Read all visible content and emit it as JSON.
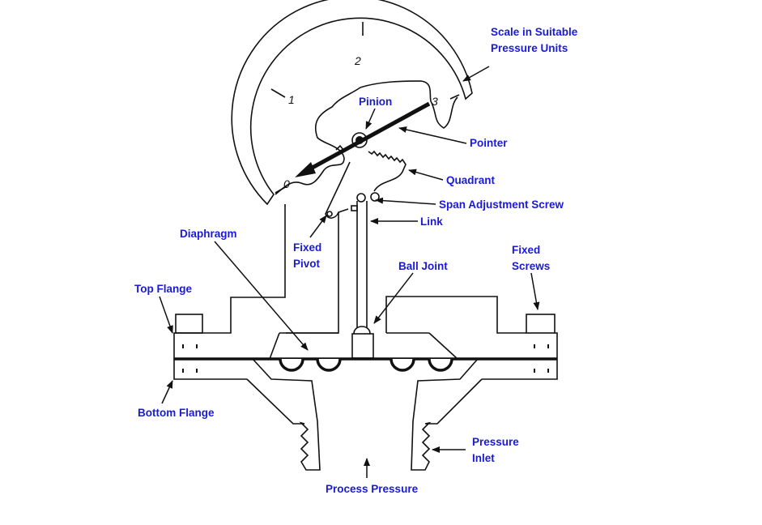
{
  "scale_numbers": [
    "0",
    "1",
    "2",
    "3"
  ],
  "labels": {
    "scale_line1": "Scale in Suitable",
    "scale_line2": "Pressure Units",
    "pinion": "Pinion",
    "pointer": "Pointer",
    "quadrant": "Quadrant",
    "span_adjustment_screw": "Span Adjustment Screw",
    "link": "Link",
    "diaphragm": "Diaphragm",
    "fixed_pivot_line1": "Fixed",
    "fixed_pivot_line2": "Pivot",
    "ball_joint": "Ball Joint",
    "fixed_screws_line1": "Fixed",
    "fixed_screws_line2": "Screws",
    "top_flange": "Top Flange",
    "bottom_flange": "Bottom Flange",
    "pressure_inlet_line1": "Pressure",
    "pressure_inlet_line2": "Inlet",
    "process_pressure": "Process Pressure"
  },
  "colors": {
    "label": "#1a1ad8",
    "drawing": "#111111"
  }
}
